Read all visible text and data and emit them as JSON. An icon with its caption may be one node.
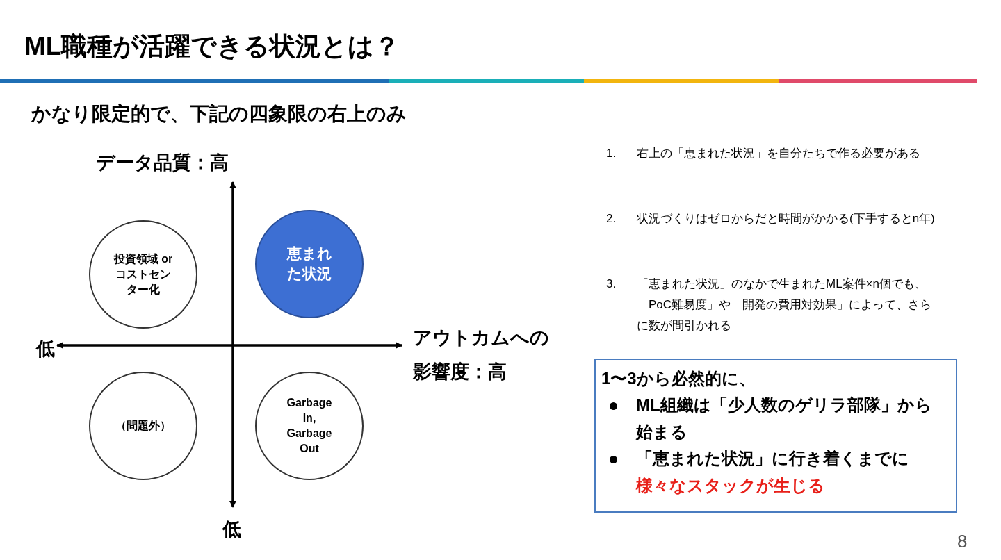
{
  "diagram": {
    "title": "ML職種が活躍できる状況とは？",
    "nodes": [
      {
        "text": [
          "投資領域 or コストセンター化"
        ]
      },
      {
        "text": [
          "恵まれた状況"
        ]
      },
      {
        "text": [
          "（問題外）"
        ]
      },
      {
        "text": [
          "Garbage In, Garbage Out"
        ]
      },
      {
        "text": [
          "1〜3から必然的に、",
          "ML組織は「少人数のゲリラ部隊」から始まる",
          "「恵まれた状況」に行き着くまでに",
          "様々なスタックが生じる"
        ]
      }
    ],
    "labels": [
      "かなり限定的で、下記の四象限の右上のみ",
      "データ品質：高",
      "低",
      "アウトカムへの影響度：高",
      "低",
      "1.",
      "右上の「恵まれた状況」を自分たちで作る必要がある",
      "2.",
      "状況づくりはゼロからだと時間がかかる(下手するとn年)",
      "3.",
      "「恵まれた状況」のなかで生まれたML案件×n個でも、「PoC難易度」や「開発の費用対効果」によって、さらに数が間引かれる",
      "8"
    ]
  }
}
